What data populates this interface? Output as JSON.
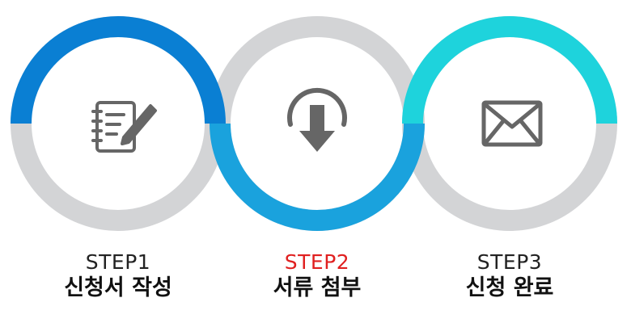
{
  "steps": [
    {
      "number": "STEP1",
      "name": "신청서 작성",
      "icon": "notepad-pen-icon",
      "ring_color": "#0a7fd3",
      "active": false
    },
    {
      "number": "STEP2",
      "name": "서류 첨부",
      "icon": "download-arrow-icon",
      "ring_color": "#1aa2dd",
      "active": true
    },
    {
      "number": "STEP3",
      "name": "신청 완료",
      "icon": "envelope-icon",
      "ring_color": "#1ed3dc",
      "active": false
    }
  ],
  "colors": {
    "ring_gray": "#d3d4d6",
    "icon_gray": "#666666",
    "active_step_text": "#e02020"
  }
}
